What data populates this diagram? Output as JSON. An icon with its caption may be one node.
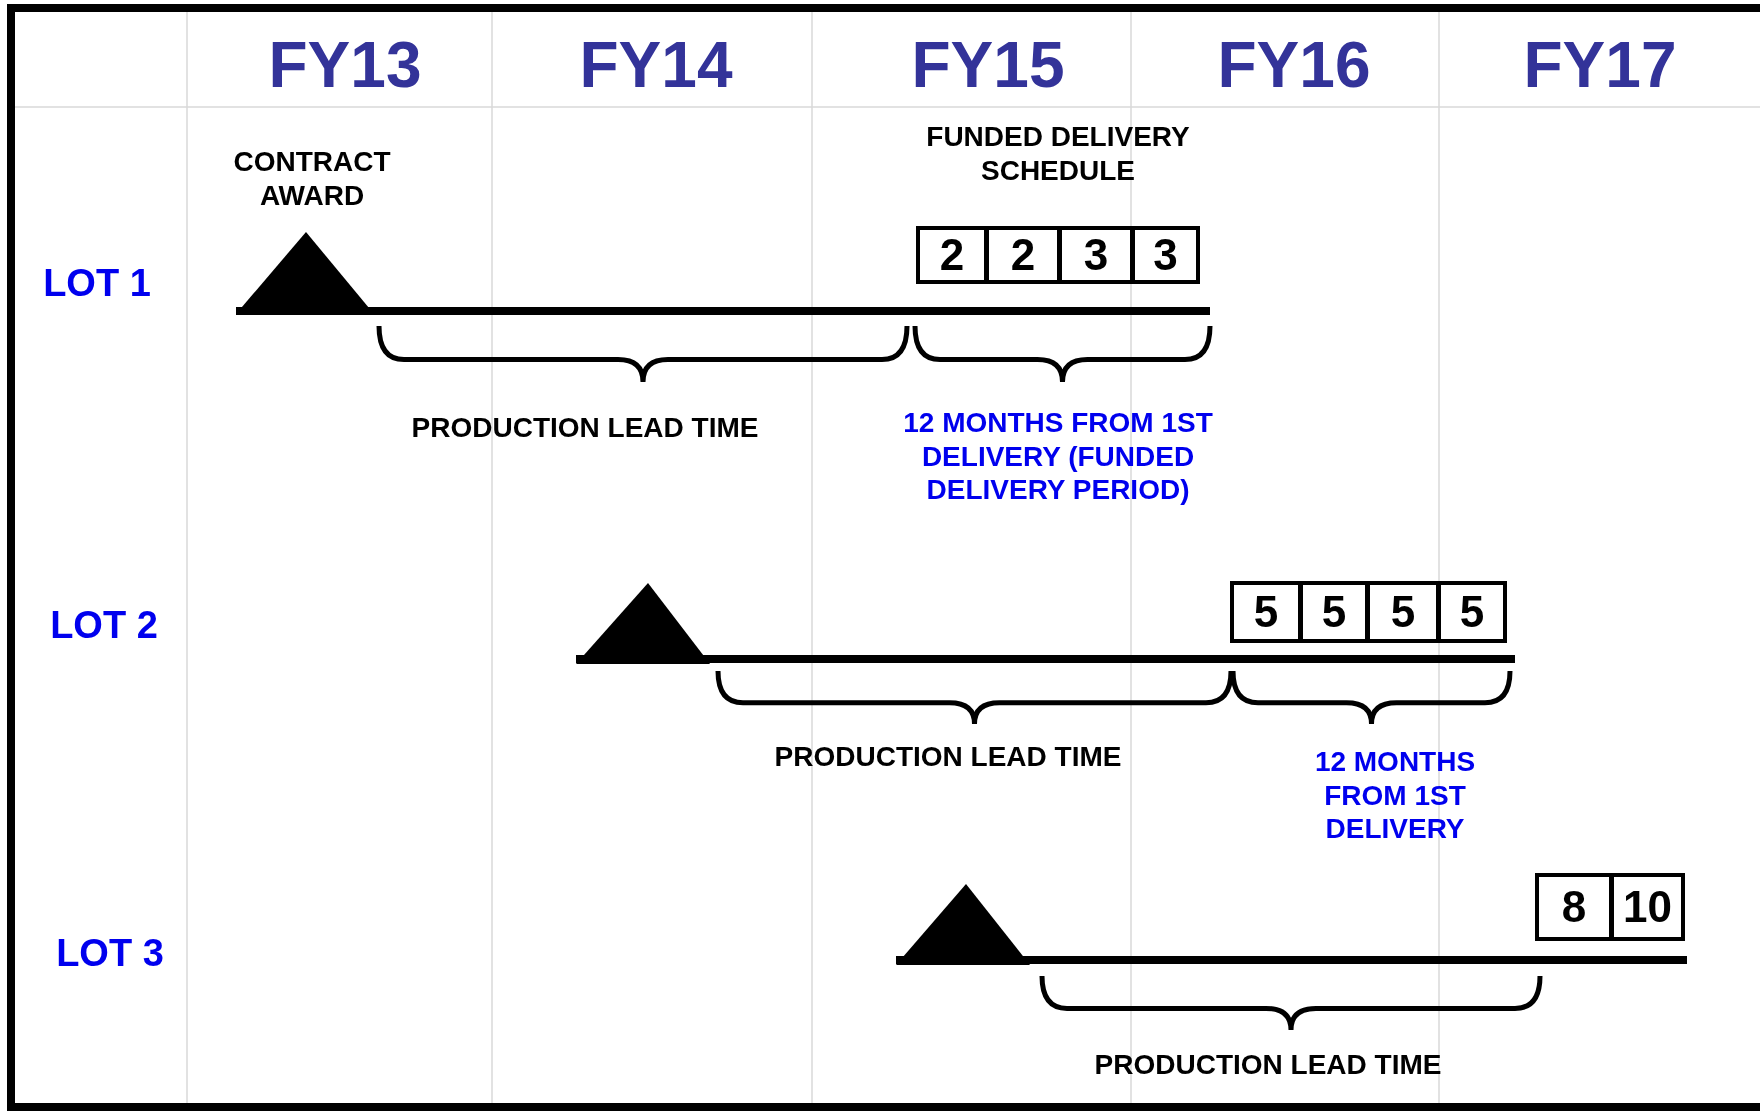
{
  "diagram": {
    "nodes": [
      {
        "text": [
          "2"
        ]
      },
      {
        "text": [
          "2"
        ]
      },
      {
        "text": [
          "3"
        ]
      },
      {
        "text": [
          "3"
        ]
      },
      {
        "text": [
          "5"
        ]
      },
      {
        "text": [
          "5"
        ]
      },
      {
        "text": [
          "5"
        ]
      },
      {
        "text": [
          "5"
        ]
      },
      {
        "text": [
          "8"
        ]
      },
      {
        "text": [
          "10"
        ]
      }
    ],
    "labels": [
      "FY13",
      "FY14",
      "FY15",
      "FY16",
      "FY17",
      "CONTRACT AWARD",
      "FUNDED DELIVERY SCHEDULE",
      "LOT 1",
      "PRODUCTION LEAD TIME",
      "12 MONTHS FROM 1ST DELIVERY (FUNDED DELIVERY PERIOD)",
      "LOT 2",
      "PRODUCTION LEAD TIME",
      "12 MONTHS FROM 1ST DELIVERY",
      "LOT 3",
      "PRODUCTION LEAD TIME"
    ]
  }
}
